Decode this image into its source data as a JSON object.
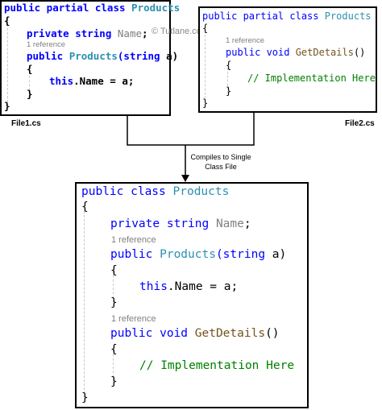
{
  "watermark": "© Tutlane.com",
  "file1": {
    "filename": "File1.cs",
    "lines": {
      "header_kw": "public partial class ",
      "header_type": "Products",
      "open": "{",
      "field_kw": "private string ",
      "field_name": "Name",
      "field_semi": ";",
      "ref": "1 reference",
      "ctor_kw": "public ",
      "ctor_name": "Products",
      "ctor_args_kw": "(string ",
      "ctor_args_rest": "a)",
      "inner_open": "{",
      "assign_this": "this",
      "assign_rest": ".Name = a;",
      "inner_close": "}",
      "close": "}"
    }
  },
  "file2": {
    "filename": "File2.cs",
    "lines": {
      "header_kw": "public partial class ",
      "header_type": "Products",
      "open": "{",
      "ref": "1 reference",
      "method_kw": "public void ",
      "method_name": "GetDetails",
      "method_parens": "()",
      "inner_open": "{",
      "comment": "// Implementation Here",
      "inner_close": "}",
      "close": "}"
    }
  },
  "caption": {
    "line1": "Compiles to Single",
    "line2": "Class File"
  },
  "merged": {
    "header_kw": "public class ",
    "header_type": "Products",
    "open": "{",
    "field_kw": "private string ",
    "field_name": "Name",
    "field_semi": ";",
    "ref1": "1 reference",
    "ctor_kw": "public ",
    "ctor_name": "Products",
    "ctor_args_kw": "(string ",
    "ctor_args_rest": "a)",
    "inner_open1": "{",
    "assign_this": "this",
    "assign_rest": ".Name = a;",
    "inner_close1": "}",
    "ref2": "1 reference",
    "method_kw": "public void ",
    "method_name": "GetDetails",
    "method_parens": "()",
    "inner_open2": "{",
    "comment": "// Implementation Here",
    "inner_close2": "}",
    "close": "}"
  }
}
